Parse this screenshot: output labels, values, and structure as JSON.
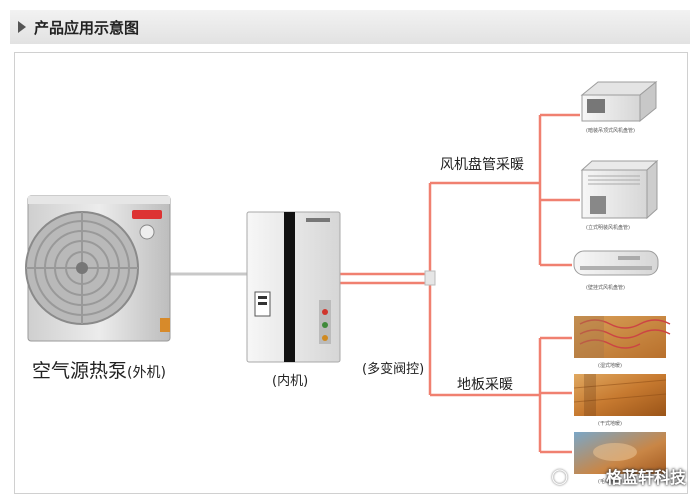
{
  "header": {
    "title": "产品应用示意图"
  },
  "outdoor_unit": {
    "label": "空气源热泵",
    "sub": "(外机)"
  },
  "indoor_unit": {
    "label": "(内机)"
  },
  "valve": {
    "label": "(多变阀控)"
  },
  "fan_coil": {
    "label": "风机盘管采暖",
    "items": [
      "(暗装吊顶式风机盘管)",
      "(立式明装风机盘管)",
      "(壁挂式风机盘管)"
    ]
  },
  "floor": {
    "label": "地板采暖",
    "items": [
      "(湿式地暖)",
      "(干式地暖)",
      "(毛细管网)"
    ]
  },
  "watermark": {
    "text": "格蓝轩科技"
  },
  "colors": {
    "pipe": "#f08070",
    "accent_black": "#111111"
  }
}
